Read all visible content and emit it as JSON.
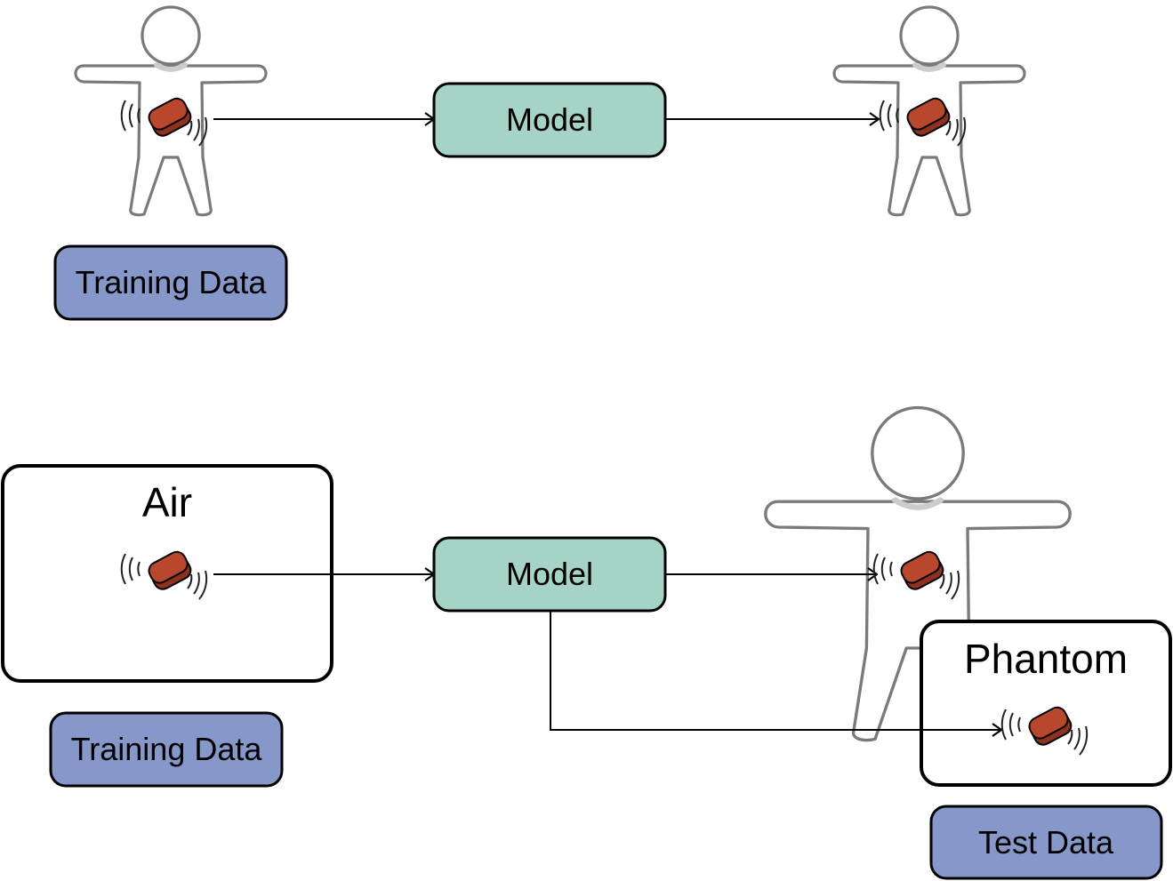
{
  "top_row": {
    "model_label": "Model",
    "training_label": "Training Data"
  },
  "bottom_row": {
    "air_label": "Air",
    "model_label": "Model",
    "training_label": "Training Data",
    "phantom_label": "Phantom",
    "test_label": "Test Data"
  },
  "colors": {
    "model_fill": "#a5d4c7",
    "data_tag_fill": "#8697c9",
    "device_fill": "#b8472e",
    "figure_stroke": "#7a7a7a"
  },
  "icons": [
    "person-icon",
    "wearable-device-icon",
    "signal-waves-icon"
  ]
}
